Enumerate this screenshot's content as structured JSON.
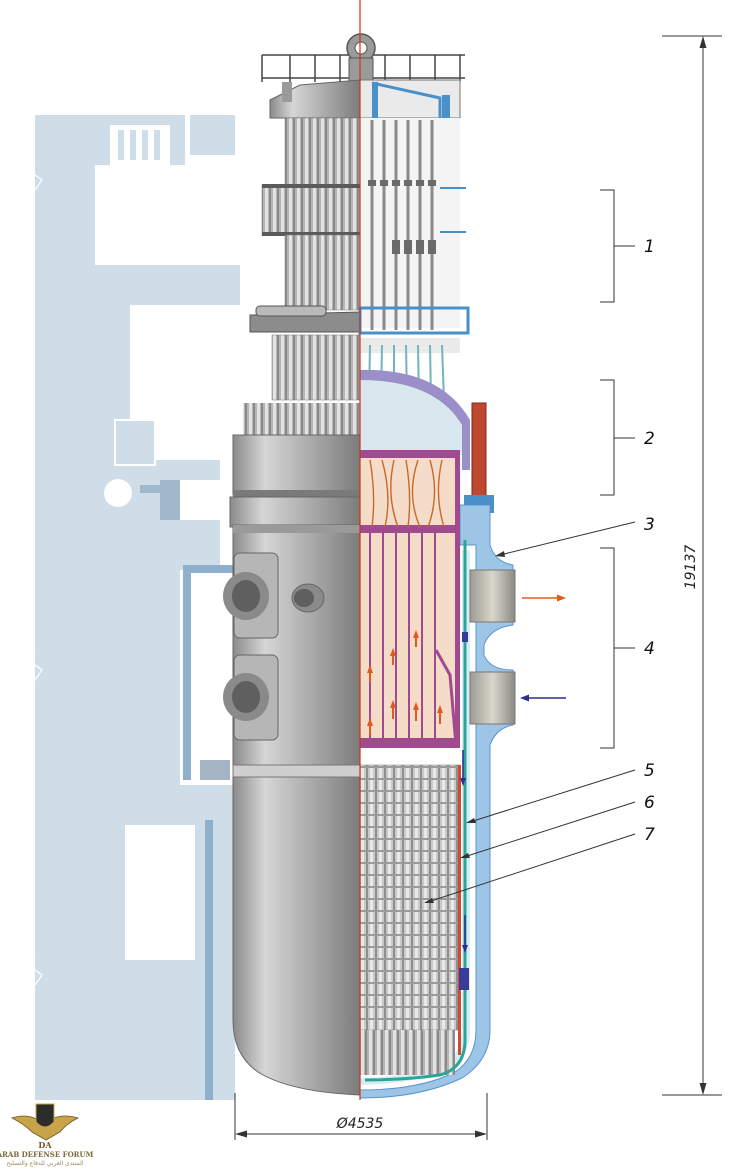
{
  "callouts": [
    {
      "id": "1",
      "label": "1"
    },
    {
      "id": "2",
      "label": "2"
    },
    {
      "id": "3",
      "label": "3"
    },
    {
      "id": "4",
      "label": "4"
    },
    {
      "id": "5",
      "label": "5"
    },
    {
      "id": "6",
      "label": "6"
    },
    {
      "id": "7",
      "label": "7"
    }
  ],
  "dimensions": {
    "height": "19137",
    "diameter": "Ø4535"
  },
  "watermark": {
    "logo": "DA",
    "title": "ARAB DEFENSE FORUM",
    "subtitle": "المنتدى العربي للدفاع والتسليح"
  },
  "colors": {
    "building": "#cfdde8",
    "steel": "#a6a6a6",
    "cutaway_interior": "#f4dcc8",
    "coolant": "#5b93cf",
    "hot_flow": "#e05a1e",
    "cold_flow": "#2b2f8f",
    "center_line": "#cc3311"
  }
}
